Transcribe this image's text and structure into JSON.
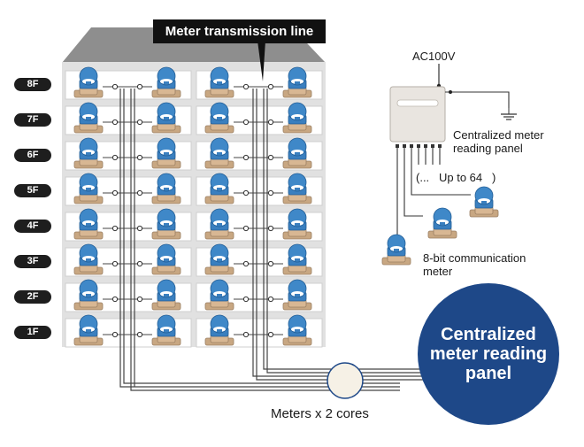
{
  "floors": [
    "8F",
    "7F",
    "6F",
    "5F",
    "4F",
    "3F",
    "2F",
    "1F"
  ],
  "labels": {
    "transmission_line": "Meter transmission line",
    "power": "AC100V",
    "panel_small_1": "Centralized meter",
    "panel_small_2": "reading panel",
    "up_to": "(...   Up to 64   )",
    "comm_meter_1": "8-bit communication",
    "comm_meter_2": "meter",
    "cores": "Meters x 2 cores",
    "panel_big": "Centralized meter reading panel"
  },
  "colors": {
    "meter_blue": "#3a7fbf",
    "meter_body": "#c8a782",
    "panel_circle": "#1e4888",
    "building": "#e1e1e1",
    "roof": "#8e8e8e"
  },
  "icons": {
    "meter": "water-meter-icon",
    "ground": "ground-icon",
    "panel": "meter-panel-icon"
  }
}
